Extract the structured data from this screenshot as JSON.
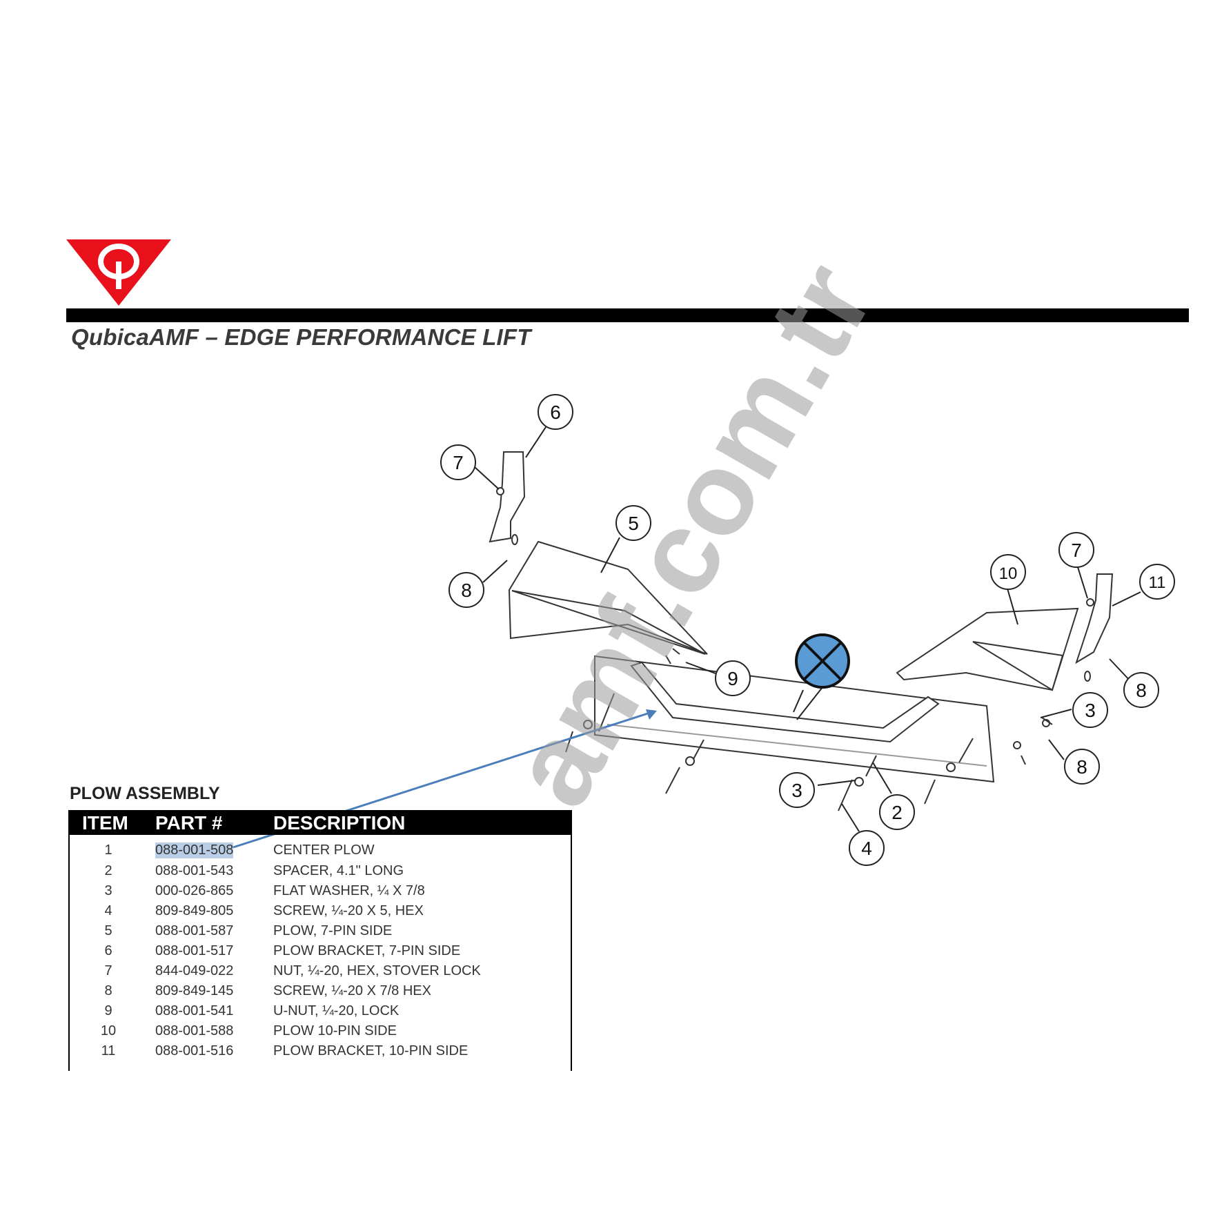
{
  "header": {
    "brand_title": "QubicaAMF – EDGE PERFORMANCE LIFT",
    "brand_color": "#e8101a"
  },
  "diagram": {
    "callouts": [
      "6",
      "7",
      "5",
      "8",
      "9",
      "10",
      "7",
      "11",
      "8",
      "3",
      "8",
      "3",
      "2",
      "4"
    ],
    "marker": "blue-x-circle-icon",
    "marker_color": "#5b9bd5"
  },
  "watermark": {
    "text": "amf.com.tr"
  },
  "parts": {
    "title": "PLOW ASSEMBLY",
    "headers": {
      "item": "ITEM",
      "part": "PART #",
      "description": "DESCRIPTION"
    },
    "rows": [
      {
        "item": "1",
        "part": "088-001-508",
        "description": "CENTER PLOW"
      },
      {
        "item": "2",
        "part": "088-001-543",
        "description": "SPACER, 4.1\" LONG"
      },
      {
        "item": "3",
        "part": "000-026-865",
        "description": "FLAT WASHER, ¼ X 7/8"
      },
      {
        "item": "4",
        "part": "809-849-805",
        "description": "SCREW, ¼-20 X 5, HEX"
      },
      {
        "item": "5",
        "part": "088-001-587",
        "description": "PLOW, 7-PIN SIDE"
      },
      {
        "item": "6",
        "part": "088-001-517",
        "description": "PLOW BRACKET, 7-PIN SIDE"
      },
      {
        "item": "7",
        "part": "844-049-022",
        "description": "NUT, ¼-20, HEX, STOVER LOCK"
      },
      {
        "item": "8",
        "part": "809-849-145",
        "description": "SCREW, ¼-20 X 7/8 HEX"
      },
      {
        "item": "9",
        "part": "088-001-541",
        "description": "U-NUT, ¼-20, LOCK"
      },
      {
        "item": "10",
        "part": "088-001-588",
        "description": "PLOW 10-PIN SIDE"
      },
      {
        "item": "11",
        "part": "088-001-516",
        "description": "PLOW BRACKET, 10-PIN SIDE"
      }
    ]
  }
}
